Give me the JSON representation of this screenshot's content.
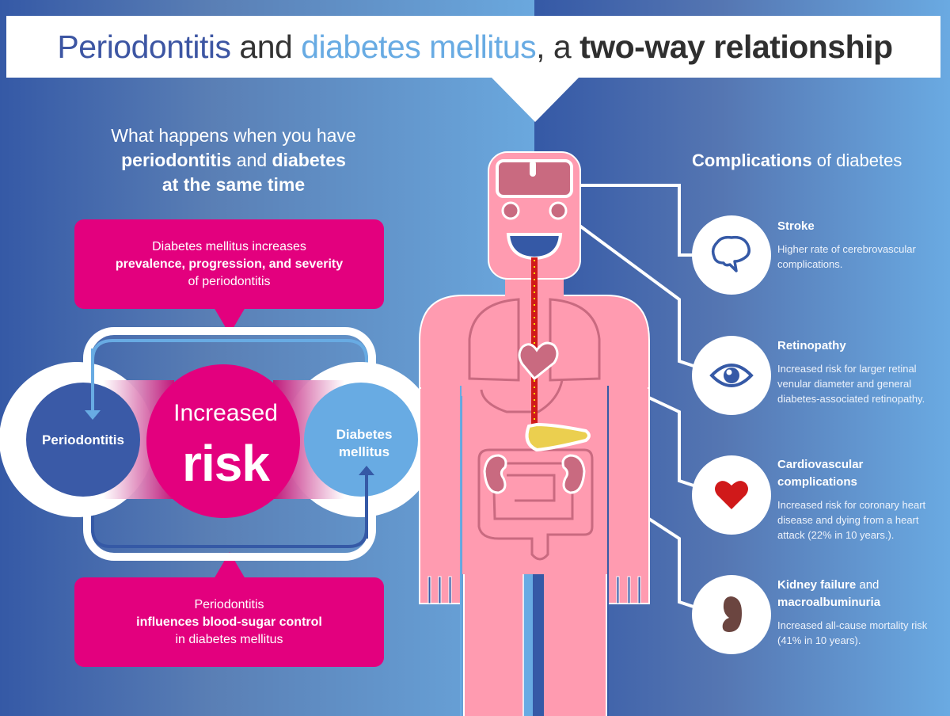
{
  "colors": {
    "pink": "#e3007e",
    "dark_blue": "#3559a6",
    "light_blue": "#68abe3",
    "body_pink": "#ff9bb0",
    "organ_pink": "#c96a80",
    "pancreas_yellow": "#ebcf4f",
    "heart_red": "#d0191a",
    "kidney_brown": "#6b4540"
  },
  "title": {
    "part1": "Periodontitis",
    "part2": " and ",
    "part3": "diabetes mellitus",
    "part4": ", a ",
    "part5": "two-way relationship"
  },
  "left": {
    "heading_line1": "What happens when you have",
    "heading_bold1": "periodontitis",
    "heading_mid": " and ",
    "heading_bold2": "diabetes",
    "heading_line3": "at the same time",
    "top_box": {
      "line1": "Diabetes mellitus increases",
      "line2": "prevalence, progression, and severity",
      "line3": "of periodontitis"
    },
    "bottom_box": {
      "line1": "Periodontitis",
      "line2": "influences blood-sugar control",
      "line3": "in diabetes mellitus"
    },
    "cycle": {
      "left_label": "Periodontitis",
      "center_small": "Increased",
      "center_big": "risk",
      "right_label_1": "Diabetes",
      "right_label_2": "mellitus"
    }
  },
  "right": {
    "heading_bold": "Complications",
    "heading_rest": " of diabetes",
    "complications": [
      {
        "title": "Stroke",
        "title_suffix": "",
        "title_line2": "",
        "icon": "brain-icon",
        "desc": "Higher rate of cerebrovascular complications."
      },
      {
        "title": "Retinopathy",
        "title_suffix": "",
        "title_line2": "",
        "icon": "eye-icon",
        "desc": "Increased risk for larger retinal venular diameter and general diabetes-associated retinopathy."
      },
      {
        "title": "Cardiovascular",
        "title_suffix": "",
        "title_line2": "complications",
        "icon": "heart-icon",
        "desc": "Increased risk for coronary heart disease and dying from a heart attack (22% in 10 years.)."
      },
      {
        "title": "Kidney failure",
        "title_suffix": " and",
        "title_line2": "macroalbuminuria",
        "icon": "kidney-icon",
        "desc": "Increased all-cause mortality risk (41% in 10 years)."
      }
    ]
  }
}
